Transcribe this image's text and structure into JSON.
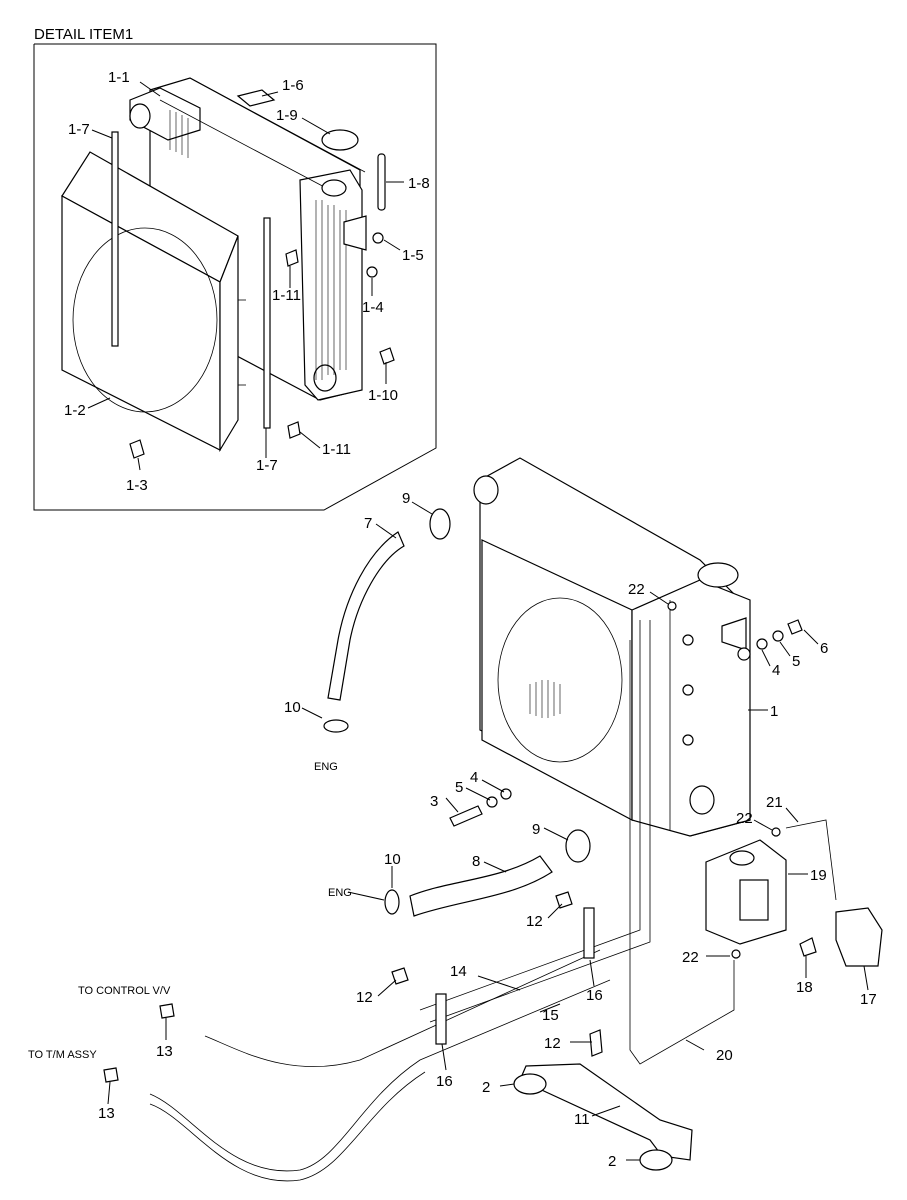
{
  "detail_title": "DETAIL ITEM1",
  "detail_labels": {
    "l_1_1": "1-1",
    "l_1_2": "1-2",
    "l_1_3": "1-3",
    "l_1_4": "1-4",
    "l_1_5": "1-5",
    "l_1_6": "1-6",
    "l_1_7a": "1-7",
    "l_1_7b": "1-7",
    "l_1_8": "1-8",
    "l_1_9": "1-9",
    "l_1_10": "1-10",
    "l_1_11a": "1-11",
    "l_1_11b": "1-11"
  },
  "main_labels": {
    "l1": "1",
    "l2a": "2",
    "l2b": "2",
    "l3": "3",
    "l4a": "4",
    "l4b": "4",
    "l5a": "5",
    "l5b": "5",
    "l6": "6",
    "l7": "7",
    "l8": "8",
    "l9a": "9",
    "l9b": "9",
    "l10a": "10",
    "l10b": "10",
    "l11": "11",
    "l12a": "12",
    "l12b": "12",
    "l12c": "12",
    "l13a": "13",
    "l13b": "13",
    "l14": "14",
    "l15": "15",
    "l16a": "16",
    "l16b": "16",
    "l17": "17",
    "l18": "18",
    "l19": "19",
    "l20": "20",
    "l21": "21",
    "l22a": "22",
    "l22b": "22",
    "l22c": "22"
  },
  "notes": {
    "eng_a": "ENG",
    "eng_b": "ENG",
    "to_control": "TO CONTROL V/V",
    "to_tm": "TO T/M ASSY"
  }
}
